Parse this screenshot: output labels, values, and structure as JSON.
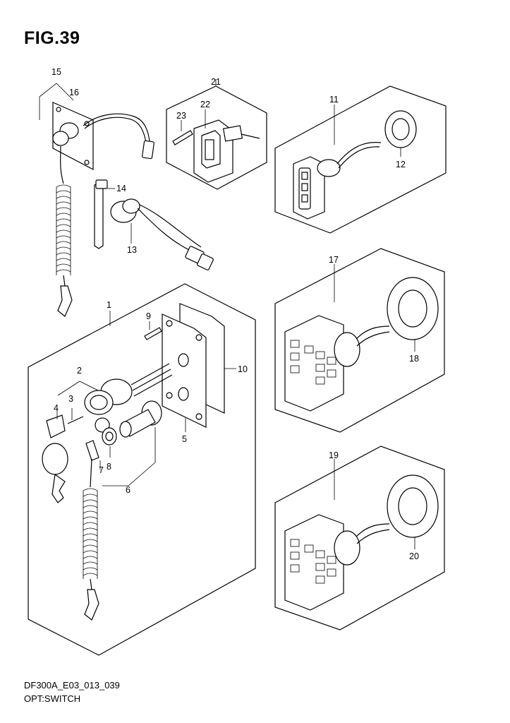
{
  "figure": {
    "title": "FIG.39",
    "drawing_code": "DF300A_E03_013_039",
    "name": "OPT:SWITCH"
  },
  "callouts": [
    "1",
    "2",
    "3",
    "4",
    "5",
    "6",
    "7",
    "8",
    "9",
    "10",
    "11",
    "12",
    "13",
    "14",
    "15",
    "16",
    "17",
    "18",
    "19",
    "20",
    "21",
    "22",
    "23"
  ]
}
